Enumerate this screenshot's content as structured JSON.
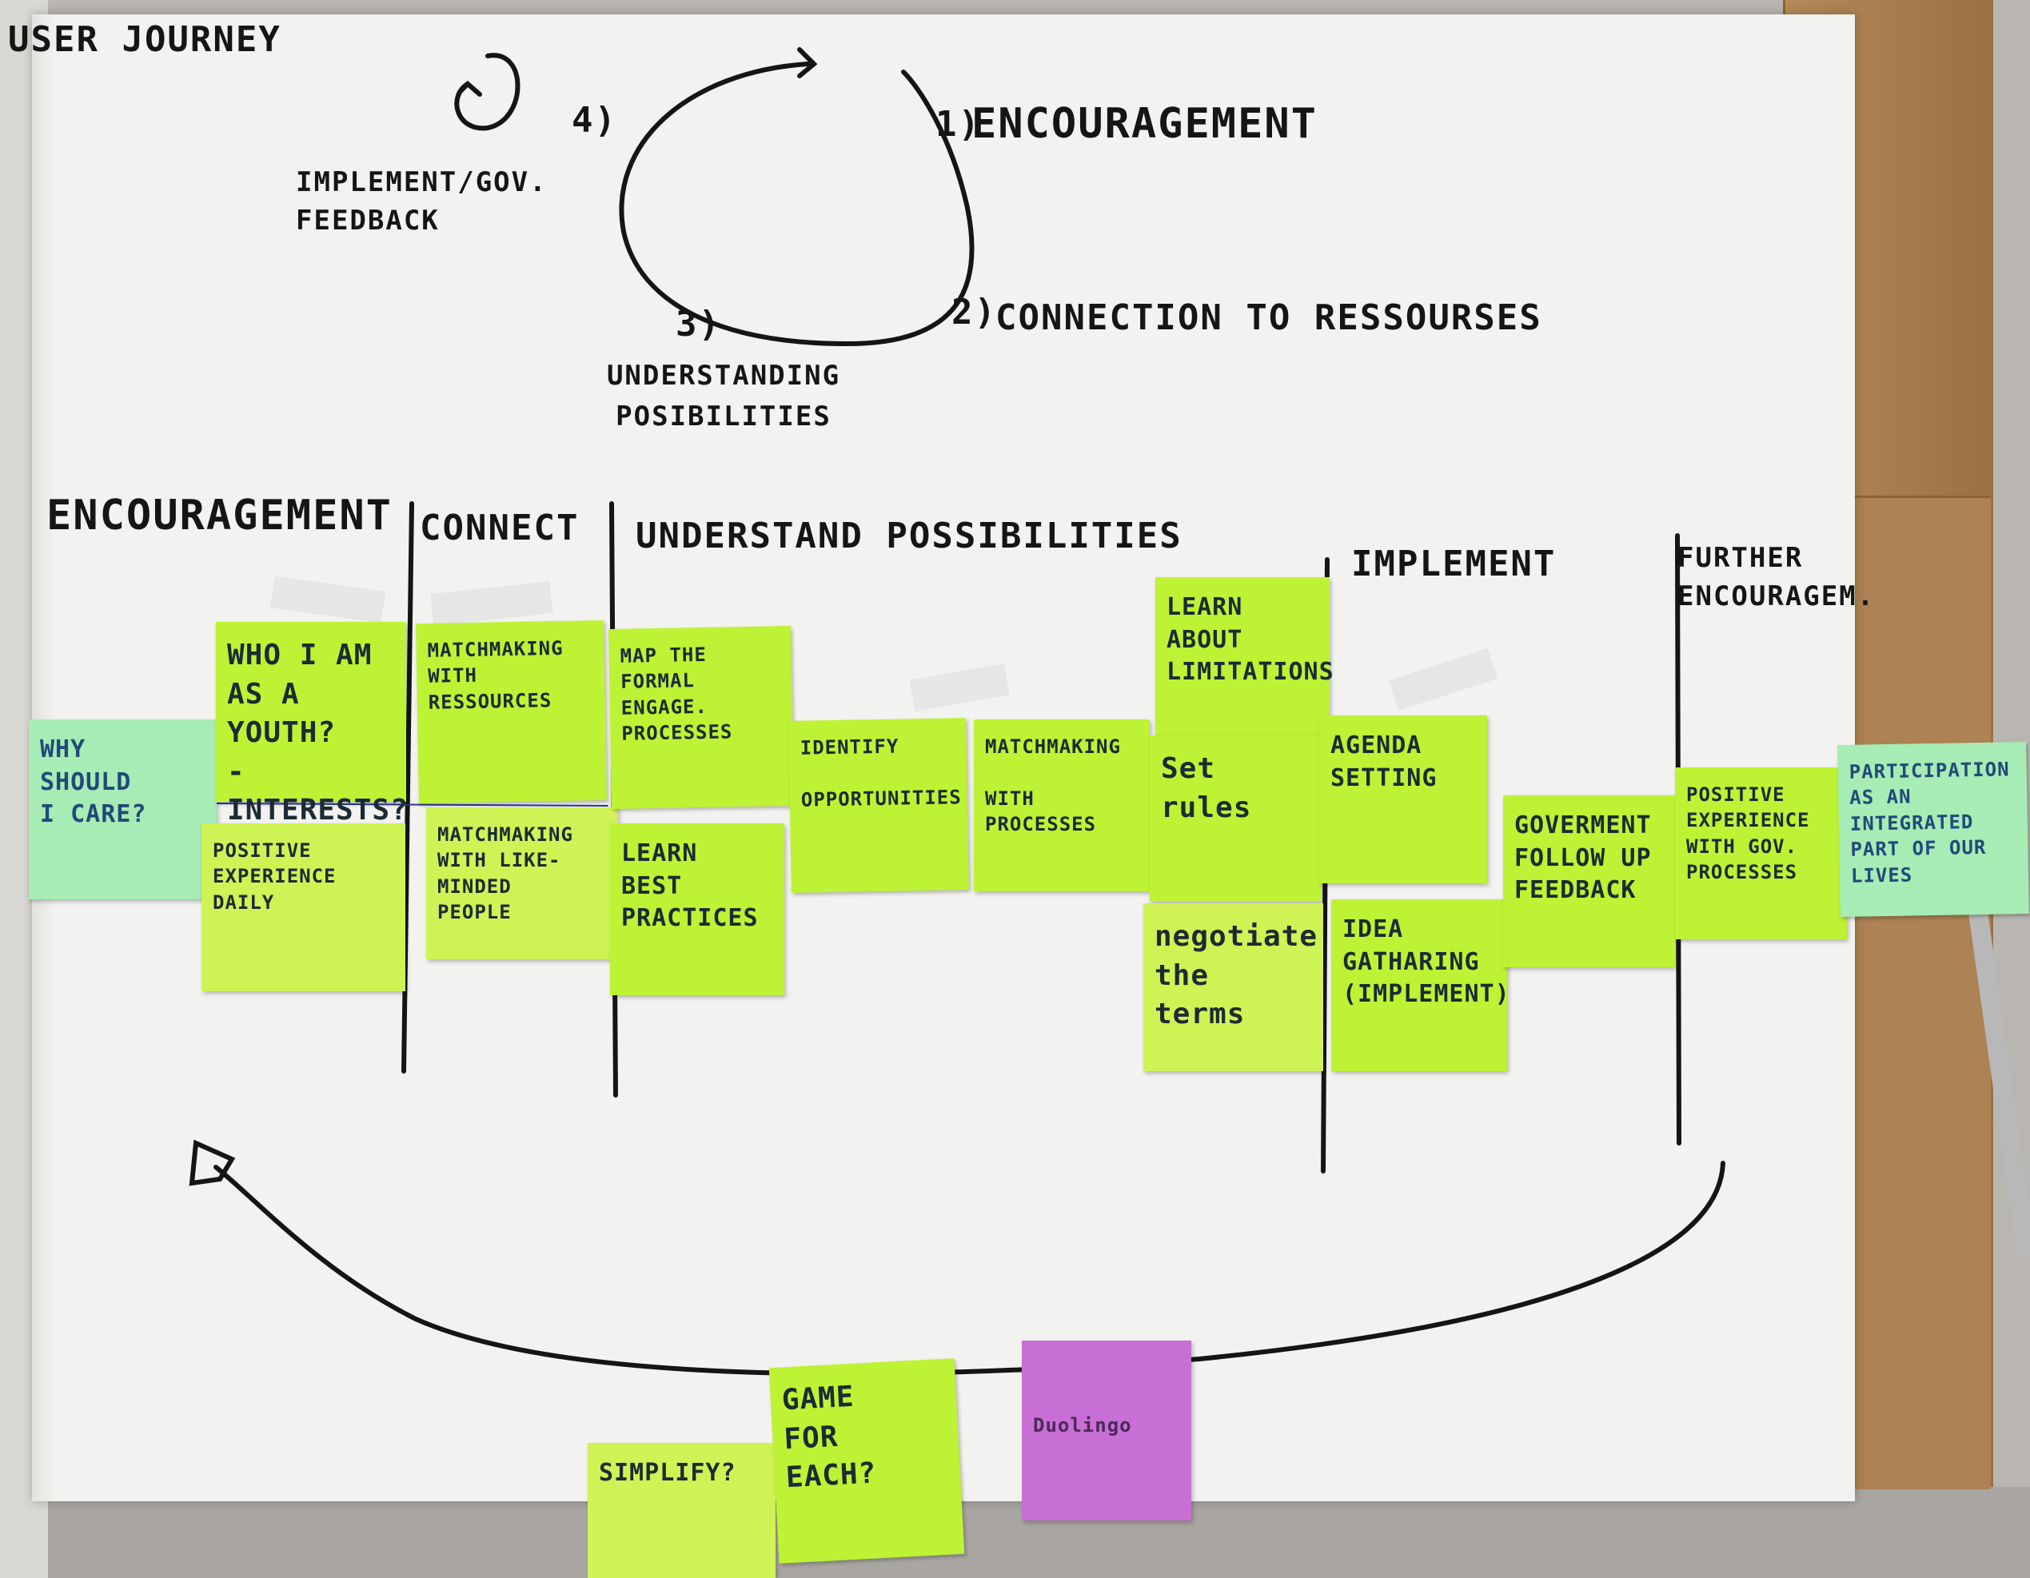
{
  "board": {
    "title": "USER JOURNEY",
    "cycle_steps": [
      {
        "number": "1)",
        "label": "ENCOURAGEMENT"
      },
      {
        "number": "2)",
        "label": "CONNECTION TO RESSOURSES"
      },
      {
        "number": "3)",
        "label": "UNDERSTANDING POSIBILITIES"
      },
      {
        "number": "4)",
        "label": "IMPLEMENT/GOV. FEEDBACK"
      }
    ],
    "columns": [
      "ENCOURAGEMENT",
      "CONNECT",
      "UNDERSTAND POSSIBILITIES",
      "IMPLEMENT",
      "FURTHER ENCOURAGEM."
    ]
  },
  "notes": {
    "why_care": "WHY\nSHOULD\nI CARE?",
    "who_i_am": "WHO I AM\nAS A YOUTH?\n-INTERESTS?",
    "positive_daily": "POSITIVE\nEXPERIENCE\nDAILY",
    "matchmaking_resources": "MATCHMAKING\nWITH RESSOURCES",
    "matchmaking_people": "MATCHMAKING\nWITH LIKE-MINDED\nPEOPLE",
    "map_formal": "MAP THE\nFORMAL ENGAGE.\nPROCESSES",
    "learn_best": "LEARN\nBEST\nPRACTICES",
    "identify": "IDENTIFY\n\nOPPORTUNITIES",
    "matchmaking_processes": "MATCHMAKING\n\nWITH PROCESSES",
    "learn_limitations": "LEARN\nABOUT\nLIMITATIONS",
    "set_rules": "Set\nrules",
    "negotiate": "negotiate\nthe terms",
    "agenda": "AGENDA\nSETTING",
    "idea": "IDEA\nGATHARING\n(IMPLEMENT)",
    "government": "GOVERMENT\nFOLLOW UP\nFEEDBACK",
    "positive_gov": "POSITIVE\nEXPERIENCE\nWITH GOV.\nPROCESSES",
    "participation": "PARTICIPATION\nAS AN\nINTEGRATED\nPART OF OUR\nLIVES",
    "simplify": "SIMPLIFY?",
    "game": "GAME\nFOR\nEACH?",
    "duolingo": "Duolingo"
  },
  "colors": {
    "green_note": "#bef234",
    "mint_note": "#a6ecb4",
    "pink_note": "#c86fd6",
    "ink": "#151515"
  }
}
